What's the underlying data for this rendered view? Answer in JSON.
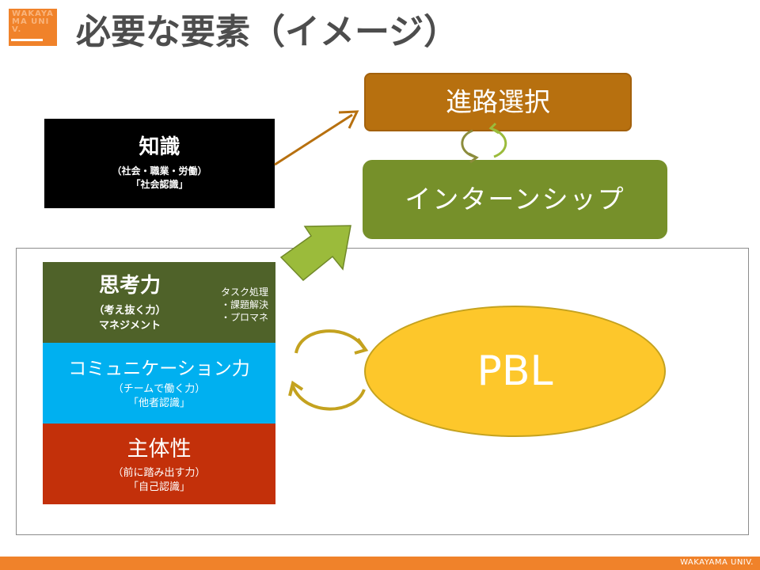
{
  "header": {
    "title": "必要な要素（イメージ）",
    "logo_text": "WAKAYAMA UNIV."
  },
  "knowledge": {
    "title": "知識",
    "line1": "（社会・職業・労働）",
    "line2": "「社会認識」"
  },
  "career": {
    "label": "進路選択"
  },
  "internship": {
    "label": "インターンシップ"
  },
  "thinking": {
    "title": "思考力",
    "line1": "（考え抜く力）",
    "line2": "マネジメント",
    "side1": "タスク処理",
    "side2": "・課題解決",
    "side3": "・プロマネ"
  },
  "communication": {
    "title": "コミュニケーション力",
    "line1": "（チームで働く力）",
    "line2": "「他者認識」"
  },
  "proactive": {
    "title": "主体性",
    "line1": "（前に踏み出す力）",
    "line2": "「自己認識」"
  },
  "pbl": {
    "label": "PBL"
  },
  "footer": {
    "text": "WAKAYAMA UNIV."
  },
  "colors": {
    "orange": "#f0822a",
    "career": "#b7700f",
    "internship": "#76902a",
    "thinking": "#4f6229",
    "communication": "#00b0f0",
    "proactive": "#c3300a",
    "pbl": "#fdc72b",
    "big_arrow": "#9bbb3b"
  }
}
